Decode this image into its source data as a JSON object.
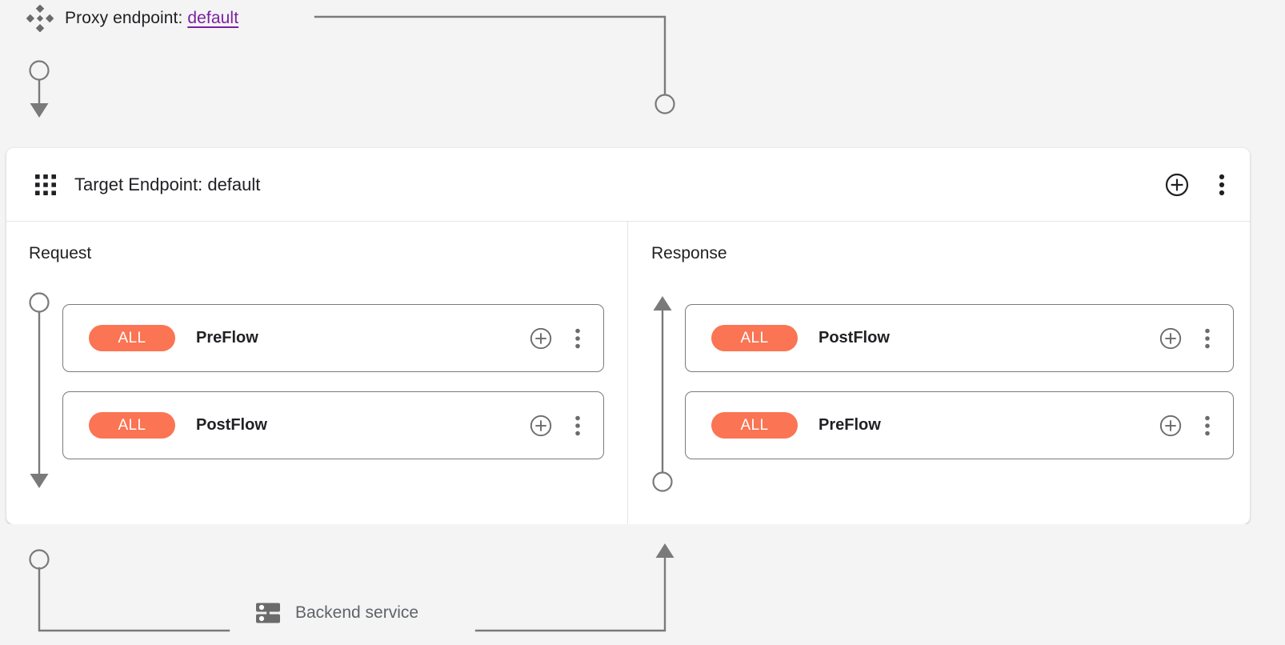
{
  "page": {
    "background_color": "#f4f4f4",
    "card_background": "#ffffff"
  },
  "proxy_header": {
    "icon": "proxy-diamond-icon",
    "label": "Proxy endpoint:",
    "endpoint_name": "default",
    "link_color": "#7B1FA2"
  },
  "endpoint_card": {
    "icon": "apps-grid-icon",
    "title": "Target Endpoint: default",
    "add_icon": "plus-circle-icon",
    "menu_icon": "more-vert-icon"
  },
  "panes": [
    {
      "id": "request",
      "title": "Request",
      "direction": "down",
      "rows": [
        {
          "badge": "ALL",
          "label": "PreFlow",
          "badge_color": "#FB7453",
          "add_icon": "plus-circle-icon",
          "menu_icon": "more-vert-icon"
        },
        {
          "badge": "ALL",
          "label": "PostFlow",
          "badge_color": "#FB7453",
          "add_icon": "plus-circle-icon",
          "menu_icon": "more-vert-icon"
        }
      ]
    },
    {
      "id": "response",
      "title": "Response",
      "direction": "up",
      "rows": [
        {
          "badge": "ALL",
          "label": "PostFlow",
          "badge_color": "#FB7453",
          "add_icon": "plus-circle-icon",
          "menu_icon": "more-vert-icon"
        },
        {
          "badge": "ALL",
          "label": "PreFlow",
          "badge_color": "#FB7453",
          "add_icon": "plus-circle-icon",
          "menu_icon": "more-vert-icon"
        }
      ]
    }
  ],
  "backend": {
    "icon": "server-icon",
    "label": "Backend service",
    "label_color": "#5f6368"
  },
  "connectors": {
    "stroke_color": "#7a7a7a"
  }
}
